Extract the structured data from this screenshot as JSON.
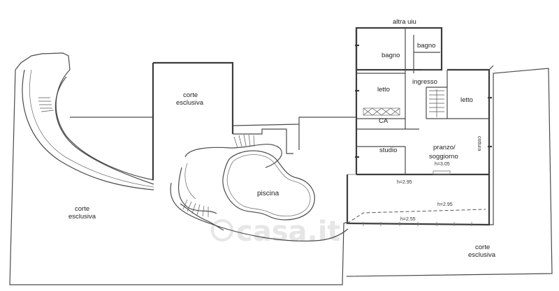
{
  "plan": {
    "labels": {
      "altra_uiu": "altra uiu",
      "bagno_1": "bagno",
      "bagno_2": "bagno",
      "ingresso": "ingresso",
      "letto_1": "letto",
      "letto_2": "letto",
      "ca": "CA",
      "studio": "studio",
      "pranzo": "pranzo/",
      "soggiorno": "soggiorno",
      "h_305": "h=3.05",
      "h_295_a": "h=2.95",
      "h_295_b": "h=2.95",
      "h_255": "h=2.55",
      "cottura": "cottura",
      "corte_top_1": "corte",
      "corte_top_2": "esclusiva",
      "corte_left_1": "corte",
      "corte_left_2": "esclusiva",
      "corte_right_1": "corte",
      "corte_right_2": "esclusiva",
      "piscina": "piscina"
    },
    "watermark": "casa.it",
    "colors": {
      "wall": "#4a4a4a",
      "watermark": "#e6e6e6"
    }
  }
}
